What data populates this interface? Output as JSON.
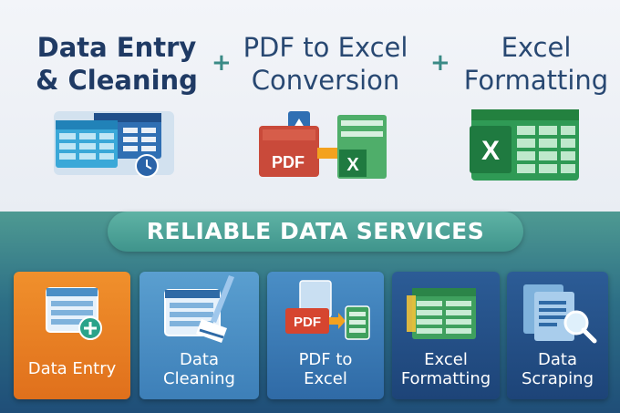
{
  "headline": {
    "col1": [
      "Data Entry",
      "& Cleaning"
    ],
    "col2": [
      "PDF to Excel",
      "Conversion"
    ],
    "col3": [
      "Excel",
      "Formatting"
    ],
    "plus": "+"
  },
  "illustrations": {
    "pdf_badge": "PDF",
    "excel_badge": "X"
  },
  "banner": "RELIABLE DATA SERVICES",
  "cards": [
    {
      "lines": [
        "Data Entry"
      ],
      "icon": "data-entry-icon"
    },
    {
      "lines": [
        "Data",
        "Cleaning"
      ],
      "icon": "data-cleaning-icon"
    },
    {
      "lines": [
        "PDF to",
        "Excel"
      ],
      "icon": "pdf-to-excel-icon",
      "badge": "PDF"
    },
    {
      "lines": [
        "Excel",
        "Formatting"
      ],
      "icon": "excel-formatting-icon"
    },
    {
      "lines": [
        "Data",
        "Scraping"
      ],
      "icon": "data-scraping-icon"
    }
  ],
  "colors": {
    "navy": "#1f3a64",
    "accent_teal": "#3a8a86",
    "orange": "#e8801f",
    "excel_green": "#1f8a4a",
    "pdf_red": "#d64a32"
  }
}
